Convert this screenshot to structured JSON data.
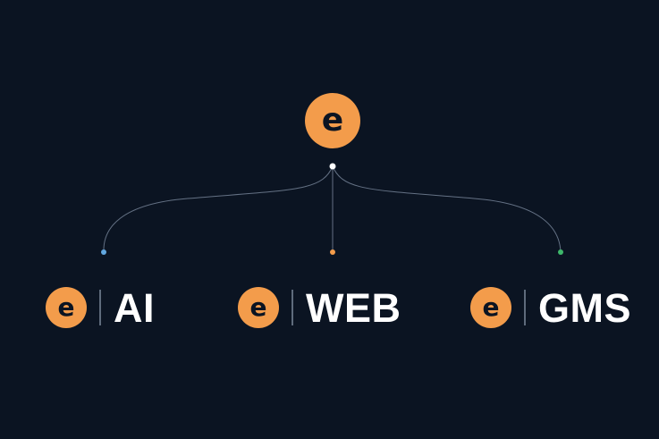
{
  "colors": {
    "background": "#0b1422",
    "logo_fill": "#f39c4b",
    "logo_text": "#0b1422",
    "label_text": "#ffffff",
    "divider": "#5f6b7c",
    "connector_line": "#647184",
    "hub_dot": "#ffffff",
    "ai_dot": "#62a8e0",
    "web_dot": "#f39c4b",
    "gms_dot": "#3eb86b"
  },
  "root": {
    "logo_letter": "e",
    "icon": "e-logo-icon"
  },
  "branches": [
    {
      "id": "ai",
      "logo_letter": "e",
      "label": "AI",
      "icon": "e-logo-icon"
    },
    {
      "id": "web",
      "logo_letter": "e",
      "label": "WEB",
      "icon": "e-logo-icon"
    },
    {
      "id": "gms",
      "logo_letter": "e",
      "label": "GMS",
      "icon": "e-logo-icon"
    }
  ]
}
